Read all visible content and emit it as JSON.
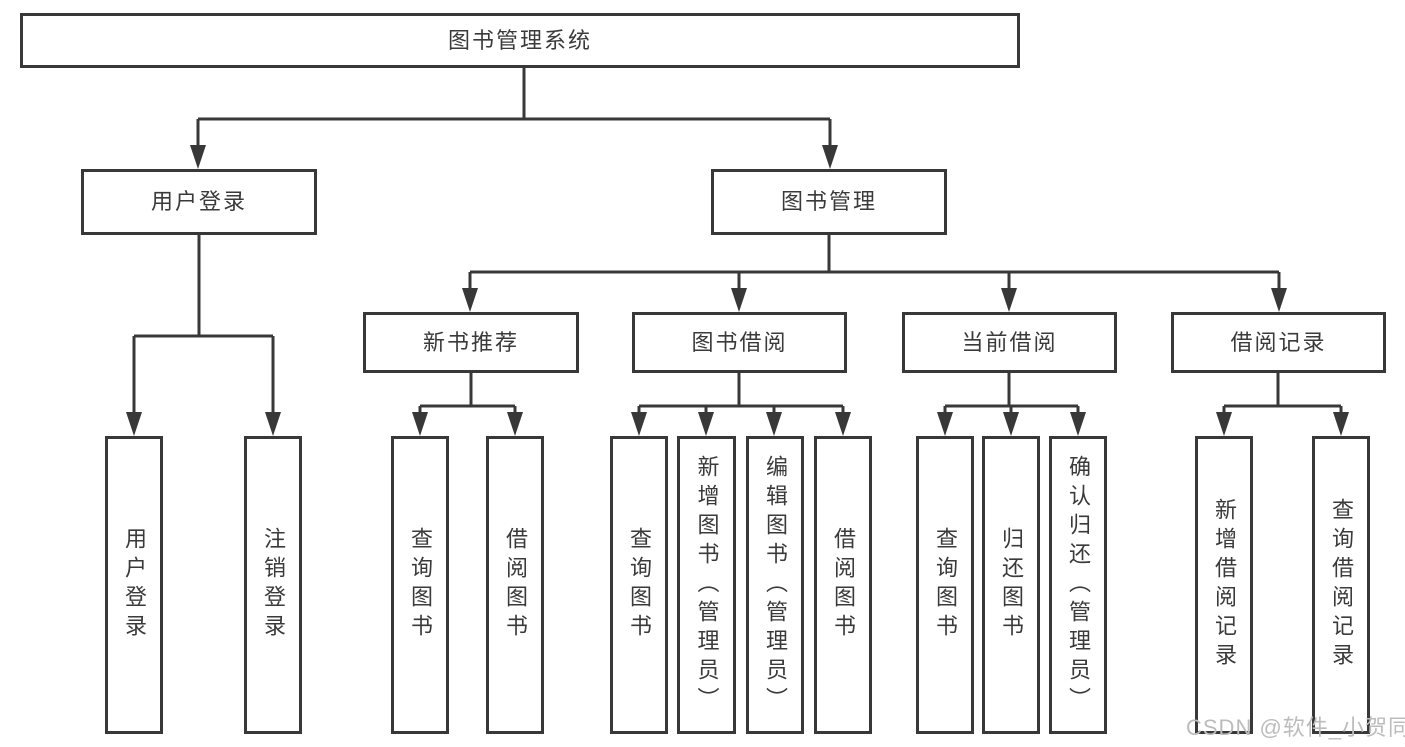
{
  "diagram": {
    "type": "tree",
    "title": "图书管理系统",
    "level2": {
      "user_login": "用户登录",
      "book_management": "图书管理"
    },
    "level3": {
      "new_book_recommend": "新书推荐",
      "book_borrowing": "图书借阅",
      "current_borrowing": "当前借阅",
      "borrowing_records": "借阅记录"
    },
    "leaves": {
      "user_login": "用户登录",
      "logout": "注销登录",
      "query_books_a": "查询图书",
      "borrow_books_a": "借阅图书",
      "query_books_b": "查询图书",
      "add_books_admin": "新增图书（管理员）",
      "edit_books_admin": "编辑图书（管理员）",
      "borrow_books_b": "借阅图书",
      "query_books_c": "查询图书",
      "return_books": "归还图书",
      "confirm_return_admin": "确认归还（管理员）",
      "add_borrow_record": "新增借阅记录",
      "query_borrow_record": "查询借阅记录"
    },
    "hierarchy": {
      "图书管理系统": {
        "用户登录": [
          "用户登录",
          "注销登录"
        ],
        "图书管理": {
          "新书推荐": [
            "查询图书",
            "借阅图书"
          ],
          "图书借阅": [
            "查询图书",
            "新增图书（管理员）",
            "编辑图书（管理员）",
            "借阅图书"
          ],
          "当前借阅": [
            "查询图书",
            "归还图书",
            "确认归还（管理员）"
          ],
          "借阅记录": [
            "新增借阅记录",
            "查询借阅记录"
          ]
        }
      }
    }
  },
  "watermark": "CSDN @软件_小贺同学",
  "colors": {
    "line": "#383838",
    "box_border": "#383838",
    "text": "#3a3a3a",
    "watermark": "#bcbcbc",
    "background": "#ffffff"
  }
}
